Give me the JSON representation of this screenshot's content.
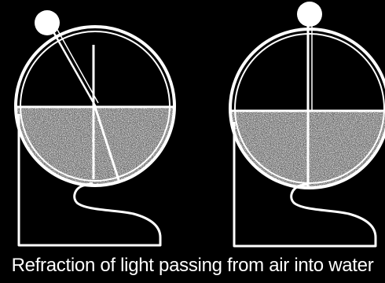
{
  "caption": "Refraction of light passing from air into water",
  "colors": {
    "background": "#000000",
    "lines": "#ffffff",
    "water_stipple": "#c8c8c8"
  },
  "panels": [
    {
      "name": "refraction-apparatus-left",
      "beam": "angled beam bends toward the normal at the water surface"
    },
    {
      "name": "refraction-apparatus-right",
      "beam": "vertical beam passes straight through without bending"
    }
  ]
}
